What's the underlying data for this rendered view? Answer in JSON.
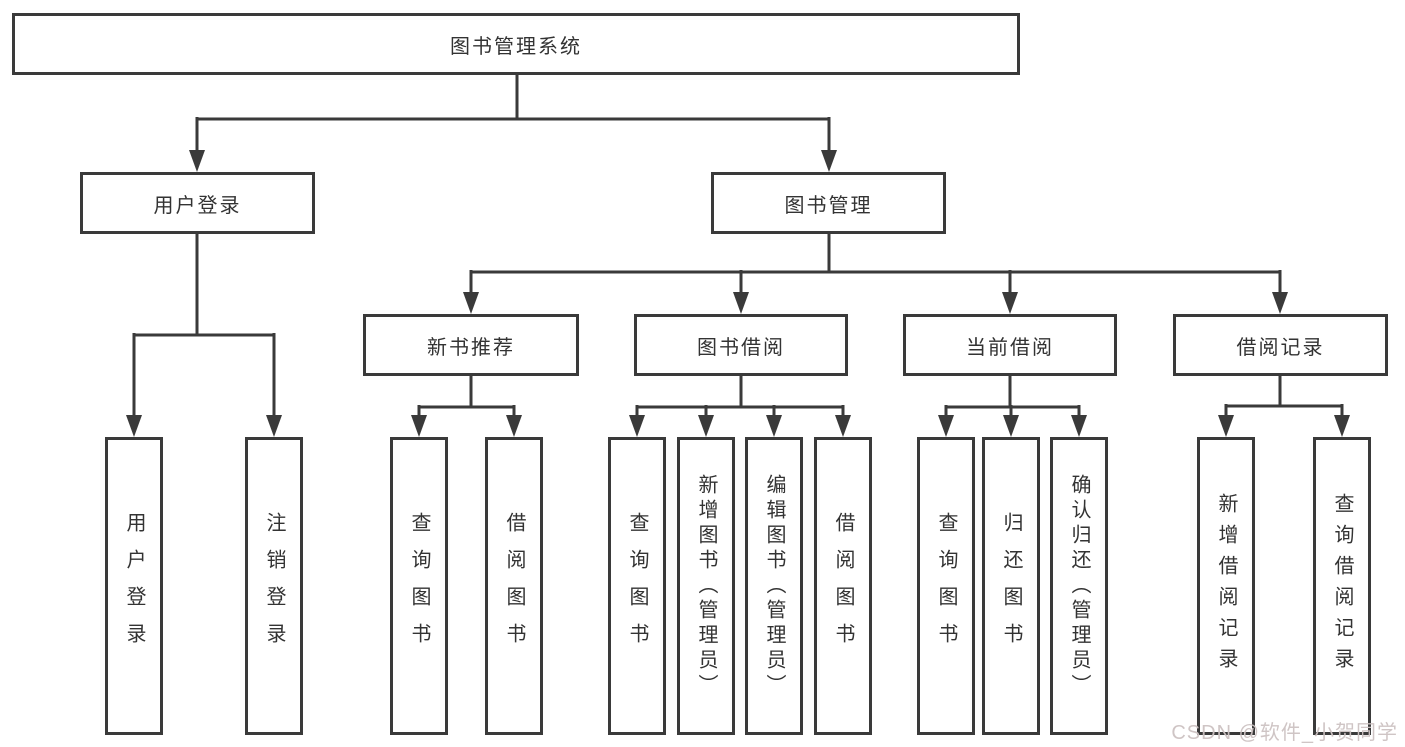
{
  "diagram": {
    "colors": {
      "line": "#3a3a3a",
      "box_border": "#3a3a3a",
      "text": "#333333",
      "background": "#ffffff",
      "watermark": "#ccc2c2"
    },
    "tree": {
      "label": "图书管理系统",
      "children": [
        {
          "label": "用户登录",
          "children": [
            {
              "label": "用户登录"
            },
            {
              "label": "注销登录"
            }
          ]
        },
        {
          "label": "图书管理",
          "children": [
            {
              "label": "新书推荐",
              "children": [
                {
                  "label": "查询图书"
                },
                {
                  "label": "借阅图书"
                }
              ]
            },
            {
              "label": "图书借阅",
              "children": [
                {
                  "label": "查询图书"
                },
                {
                  "label": "新增图书（管理员）"
                },
                {
                  "label": "编辑图书（管理员）"
                },
                {
                  "label": "借阅图书"
                }
              ]
            },
            {
              "label": "当前借阅",
              "children": [
                {
                  "label": "查询图书"
                },
                {
                  "label": "归还图书"
                },
                {
                  "label": "确认归还（管理员）"
                }
              ]
            },
            {
              "label": "借阅记录",
              "children": [
                {
                  "label": "新增借阅记录"
                },
                {
                  "label": "查询借阅记录"
                }
              ]
            }
          ]
        }
      ]
    },
    "watermark": {
      "text": "CSDN @软件_小贺同学"
    }
  }
}
